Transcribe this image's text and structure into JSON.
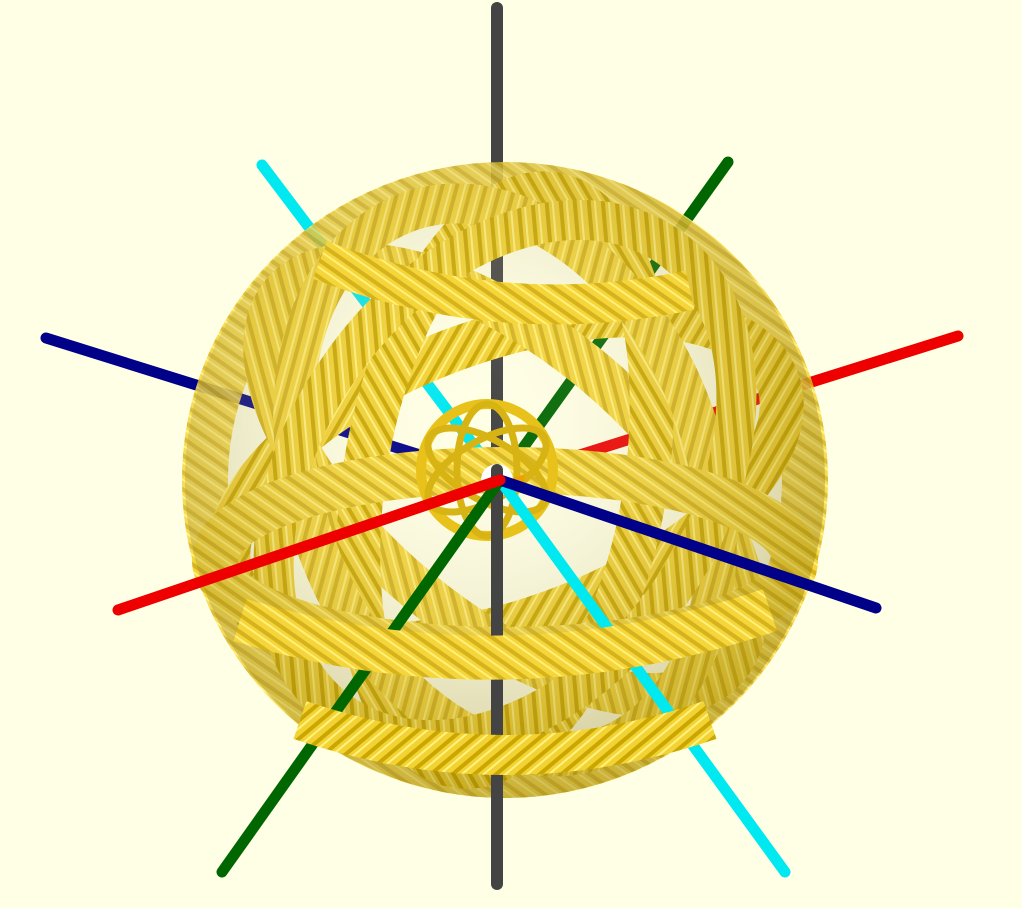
{
  "viewport": {
    "background": "#ffffe5",
    "render_style": "3D model preview (sphere-like cage of braided tubes)"
  },
  "colors": {
    "cage": "#f5d53a",
    "cage_shadow": "#c9a700",
    "cage_highlight": "#fff07a",
    "inner_cage": "#e8c21a",
    "core_arrow": "#f0a000",
    "axis_vertical": "#444444",
    "axis_red": "#ee0000",
    "axis_blue": "#000088",
    "axis_green": "#006600",
    "axis_cyan": "#00e8f0"
  },
  "axes": [
    {
      "name": "vertical-axis",
      "color_key": "axis_vertical"
    },
    {
      "name": "red-axis",
      "color_key": "axis_red"
    },
    {
      "name": "blue-axis",
      "color_key": "axis_blue"
    },
    {
      "name": "green-axis",
      "color_key": "axis_green"
    },
    {
      "name": "cyan-axis",
      "color_key": "axis_cyan"
    }
  ]
}
